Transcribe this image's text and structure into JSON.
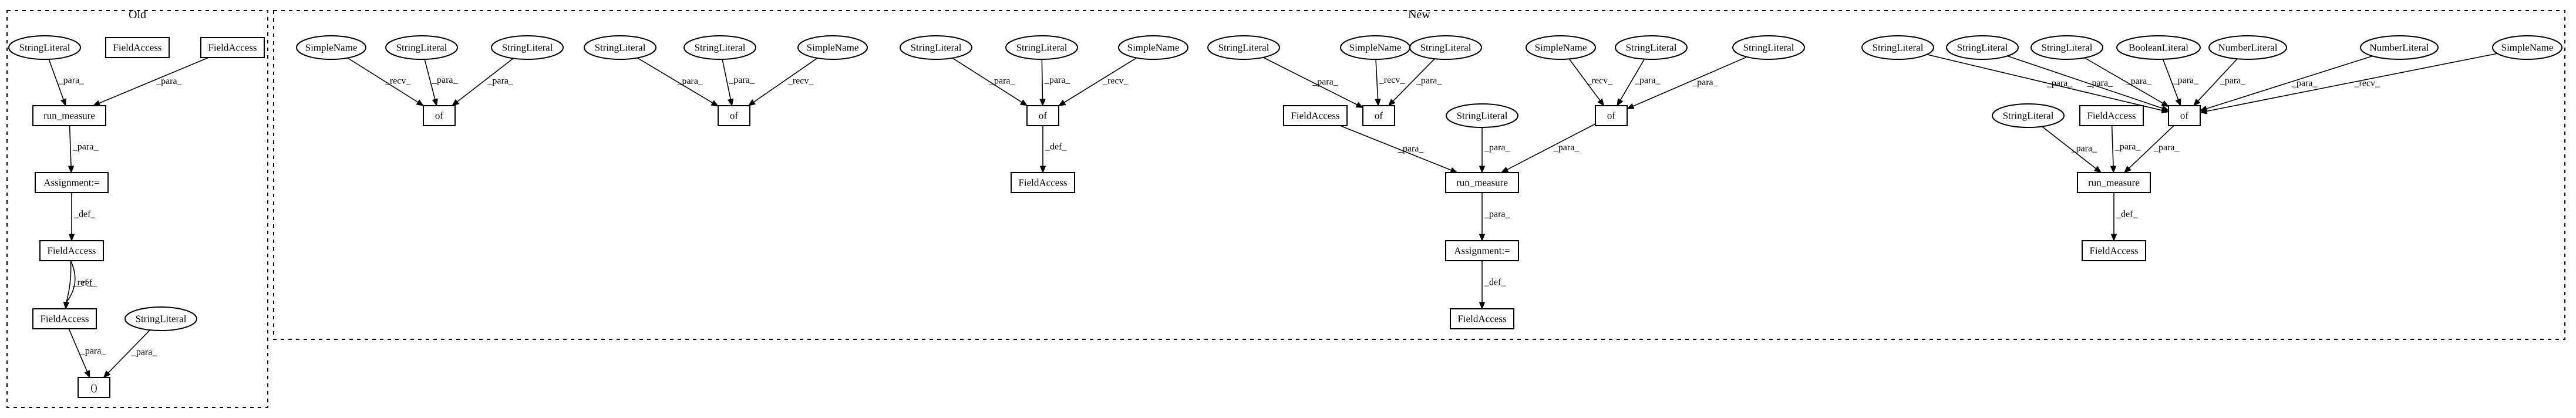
{
  "panels": [
    {
      "id": "old",
      "title": "Old"
    },
    {
      "id": "new",
      "title": "New"
    }
  ],
  "nodes": [
    {
      "id": "o_sl1",
      "label": "StringLiteral",
      "shape": "ellipse"
    },
    {
      "id": "o_fa1",
      "label": "FieldAccess",
      "shape": "box"
    },
    {
      "id": "o_fa2",
      "label": "FieldAccess",
      "shape": "box"
    },
    {
      "id": "o_rm",
      "label": "run_measure",
      "shape": "box"
    },
    {
      "id": "o_asg",
      "label": "Assignment:=",
      "shape": "box"
    },
    {
      "id": "o_fa3",
      "label": "FieldAccess",
      "shape": "box"
    },
    {
      "id": "o_fa4",
      "label": "FieldAccess",
      "shape": "box"
    },
    {
      "id": "o_sl2",
      "label": "StringLiteral",
      "shape": "ellipse"
    },
    {
      "id": "o_call",
      "label": "()",
      "shape": "box"
    },
    {
      "id": "a_sn",
      "label": "SimpleName",
      "shape": "ellipse"
    },
    {
      "id": "a_sl1",
      "label": "StringLiteral",
      "shape": "ellipse"
    },
    {
      "id": "a_sl2",
      "label": "StringLiteral",
      "shape": "ellipse"
    },
    {
      "id": "a_of",
      "label": "of",
      "shape": "box"
    },
    {
      "id": "b_sl1",
      "label": "StringLiteral",
      "shape": "ellipse"
    },
    {
      "id": "b_sl2",
      "label": "StringLiteral",
      "shape": "ellipse"
    },
    {
      "id": "b_sn",
      "label": "SimpleName",
      "shape": "ellipse"
    },
    {
      "id": "b_of",
      "label": "of",
      "shape": "box"
    },
    {
      "id": "c_sl1",
      "label": "StringLiteral",
      "shape": "ellipse"
    },
    {
      "id": "c_sl2",
      "label": "StringLiteral",
      "shape": "ellipse"
    },
    {
      "id": "c_sn",
      "label": "SimpleName",
      "shape": "ellipse"
    },
    {
      "id": "c_of",
      "label": "of",
      "shape": "box"
    },
    {
      "id": "c_fa",
      "label": "FieldAccess",
      "shape": "box"
    },
    {
      "id": "d_sl1",
      "label": "StringLiteral",
      "shape": "ellipse"
    },
    {
      "id": "d_sn1",
      "label": "SimpleName",
      "shape": "ellipse"
    },
    {
      "id": "d_sl2",
      "label": "StringLiteral",
      "shape": "ellipse"
    },
    {
      "id": "d_fa1",
      "label": "FieldAccess",
      "shape": "box"
    },
    {
      "id": "d_of1",
      "label": "of",
      "shape": "box"
    },
    {
      "id": "d_sn2",
      "label": "SimpleName",
      "shape": "ellipse"
    },
    {
      "id": "d_sl3",
      "label": "StringLiteral",
      "shape": "ellipse"
    },
    {
      "id": "d_sl4",
      "label": "StringLiteral",
      "shape": "ellipse"
    },
    {
      "id": "d_of2",
      "label": "of",
      "shape": "box"
    },
    {
      "id": "d_sl5",
      "label": "StringLiteral",
      "shape": "ellipse"
    },
    {
      "id": "d_rm",
      "label": "run_measure",
      "shape": "box"
    },
    {
      "id": "d_asg",
      "label": "Assignment:=",
      "shape": "box"
    },
    {
      "id": "d_fa2",
      "label": "FieldAccess",
      "shape": "box"
    },
    {
      "id": "e_sl1",
      "label": "StringLiteral",
      "shape": "ellipse"
    },
    {
      "id": "e_sl2",
      "label": "StringLiteral",
      "shape": "ellipse"
    },
    {
      "id": "e_sl3",
      "label": "StringLiteral",
      "shape": "ellipse"
    },
    {
      "id": "e_bl",
      "label": "BooleanLiteral",
      "shape": "ellipse"
    },
    {
      "id": "e_nl1",
      "label": "NumberLiteral",
      "shape": "ellipse"
    },
    {
      "id": "e_nl2",
      "label": "NumberLiteral",
      "shape": "ellipse"
    },
    {
      "id": "e_sn",
      "label": "SimpleName",
      "shape": "ellipse"
    },
    {
      "id": "e_of",
      "label": "of",
      "shape": "box"
    },
    {
      "id": "e_sl4",
      "label": "StringLiteral",
      "shape": "ellipse"
    },
    {
      "id": "e_fa1",
      "label": "FieldAccess",
      "shape": "box"
    },
    {
      "id": "e_rm",
      "label": "run_measure",
      "shape": "box"
    },
    {
      "id": "e_fa2",
      "label": "FieldAccess",
      "shape": "box"
    }
  ],
  "edges": [
    {
      "from": "o_sl1",
      "to": "o_rm",
      "label": "_para_"
    },
    {
      "from": "o_fa2",
      "to": "o_rm",
      "label": "_para_"
    },
    {
      "from": "o_rm",
      "to": "o_asg",
      "label": "_para_"
    },
    {
      "from": "o_asg",
      "to": "o_fa3",
      "label": "_def_"
    },
    {
      "from": "o_fa3",
      "to": "o_fa4",
      "label": "_ref_"
    },
    {
      "from": "o_fa3",
      "to": "o_fa4",
      "label": "_ref_"
    },
    {
      "from": "o_fa4",
      "to": "o_call",
      "label": "_para_"
    },
    {
      "from": "o_sl2",
      "to": "o_call",
      "label": "_para_"
    },
    {
      "from": "a_sn",
      "to": "a_of",
      "label": "_recv_"
    },
    {
      "from": "a_sl1",
      "to": "a_of",
      "label": "_para_"
    },
    {
      "from": "a_sl2",
      "to": "a_of",
      "label": "_para_"
    },
    {
      "from": "b_sl1",
      "to": "b_of",
      "label": "_para_"
    },
    {
      "from": "b_sl2",
      "to": "b_of",
      "label": "_para_"
    },
    {
      "from": "b_sn",
      "to": "b_of",
      "label": "_recv_"
    },
    {
      "from": "c_sl1",
      "to": "c_of",
      "label": "_para_"
    },
    {
      "from": "c_sl2",
      "to": "c_of",
      "label": "_para_"
    },
    {
      "from": "c_sn",
      "to": "c_of",
      "label": "_recv_"
    },
    {
      "from": "c_of",
      "to": "c_fa",
      "label": "_def_"
    },
    {
      "from": "d_sl1",
      "to": "d_of1",
      "label": "_para_"
    },
    {
      "from": "d_sn1",
      "to": "d_of1",
      "label": "_recv_"
    },
    {
      "from": "d_sl2",
      "to": "d_of1",
      "label": "_para_"
    },
    {
      "from": "d_sn2",
      "to": "d_of2",
      "label": "_recv_"
    },
    {
      "from": "d_sl3",
      "to": "d_of2",
      "label": "_para_"
    },
    {
      "from": "d_sl4",
      "to": "d_of2",
      "label": "_para_"
    },
    {
      "from": "d_fa1",
      "to": "d_rm",
      "label": "_para_"
    },
    {
      "from": "d_sl5",
      "to": "d_rm",
      "label": "_para_"
    },
    {
      "from": "d_of2",
      "to": "d_rm",
      "label": "_para_"
    },
    {
      "from": "d_rm",
      "to": "d_asg",
      "label": "_para_"
    },
    {
      "from": "d_asg",
      "to": "d_fa2",
      "label": "_def_"
    },
    {
      "from": "e_sl1",
      "to": "e_of",
      "label": "_para_"
    },
    {
      "from": "e_sl2",
      "to": "e_of",
      "label": "_para_"
    },
    {
      "from": "e_sl3",
      "to": "e_of",
      "label": "_para_"
    },
    {
      "from": "e_bl",
      "to": "e_of",
      "label": "_para_"
    },
    {
      "from": "e_nl1",
      "to": "e_of",
      "label": "_para_"
    },
    {
      "from": "e_nl2",
      "to": "e_of",
      "label": "_para_"
    },
    {
      "from": "e_sn",
      "to": "e_of",
      "label": "_recv_"
    },
    {
      "from": "e_sl4",
      "to": "e_rm",
      "label": "_para_"
    },
    {
      "from": "e_fa1",
      "to": "e_rm",
      "label": "_para_"
    },
    {
      "from": "e_of",
      "to": "e_rm",
      "label": "_para_"
    },
    {
      "from": "e_rm",
      "to": "e_fa2",
      "label": "_def_"
    }
  ]
}
